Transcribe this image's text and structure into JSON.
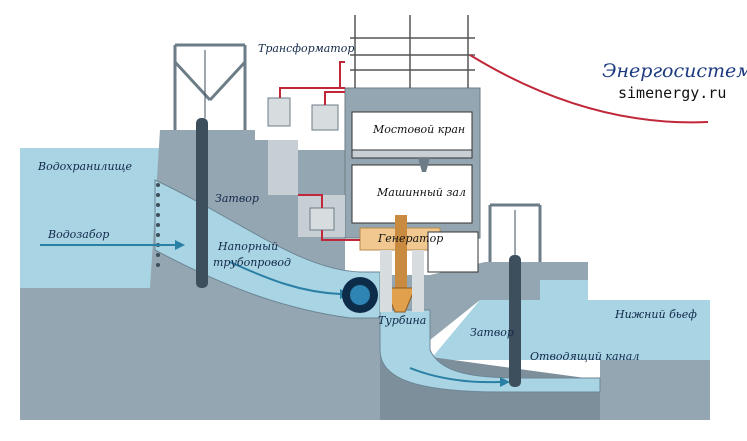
{
  "labels": {
    "reservoir": "Водохранилище",
    "intake": "Водозабор",
    "gate_upper": "Затвор",
    "penstock_line1": "Напорный",
    "penstock_line2": "трубопровод",
    "transformer": "Трансформатор",
    "bridge_crane": "Мостовой кран",
    "machine_hall": "Машинный зал",
    "generator": "Генератор",
    "turbine": "Турбина",
    "gate_lower": "Затвор",
    "tailwater": "Нижний бьеф",
    "outlet_channel": "Отводящий канал",
    "grid": "Энергосистема",
    "website": "simenergy.ru"
  },
  "colors": {
    "water": "#a9d4e3",
    "water_dark": "#5fa8c6",
    "concrete": "#94a6b1",
    "concrete_dark": "#7c8f9b",
    "power_line": "#c0283a",
    "steel": "#d7dcdf"
  }
}
